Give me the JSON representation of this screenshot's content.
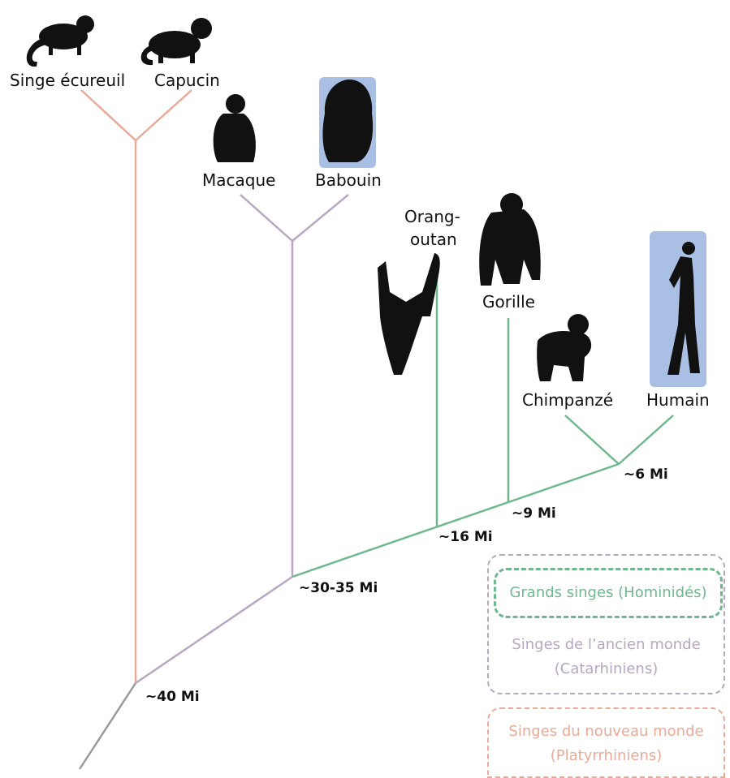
{
  "taxa": {
    "squirrel_monkey": "Singe écureuil",
    "capuchin": "Capucin",
    "macaque": "Macaque",
    "baboon": "Babouin",
    "orangutan_line1": "Orang-",
    "orangutan_line2": "outan",
    "gorilla": "Gorille",
    "chimpanzee": "Chimpanzé",
    "human": "Humain"
  },
  "divergence_times": {
    "root": "~40 Mi",
    "catarrhines": "~30-35 Mi",
    "orangutan_split": "~16 Mi",
    "gorilla_split": "~9 Mi",
    "human_chimp_split": "~6 Mi"
  },
  "legend": {
    "great_apes": "Grands singes (Hominidés)",
    "old_world_line1": "Singes de l’ancien monde",
    "old_world_line2": "(Catarhiniens)",
    "new_world_line1": "Singes du nouveau monde",
    "new_world_line2": "(Platyrrhiniens)"
  },
  "colors": {
    "new_world": "#e8ab98",
    "old_world": "#b8a6c2",
    "great_apes": "#6fb88e",
    "root_stem": "#9a9a9a",
    "highlight": "#a9bfe4"
  },
  "icons": [
    "squirrel-monkey-silhouette",
    "capuchin-silhouette",
    "macaque-silhouette",
    "baboon-silhouette",
    "orangutan-silhouette",
    "gorilla-silhouette",
    "chimpanzee-silhouette",
    "human-silhouette"
  ]
}
